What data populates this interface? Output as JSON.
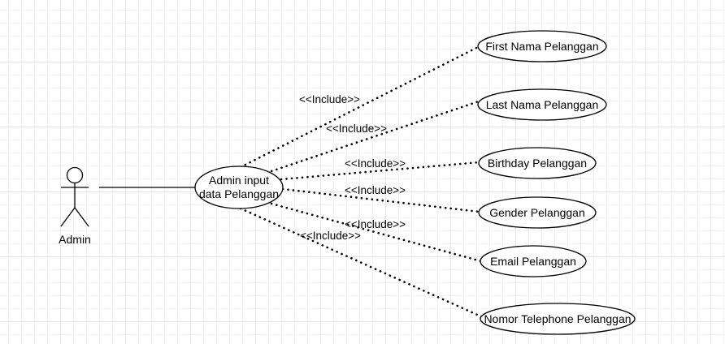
{
  "actor": {
    "name": "Admin"
  },
  "main_use_case": {
    "line1": "Admin input",
    "line2": "data Pelanggan"
  },
  "include_stereotype": "<<Include>>",
  "use_cases": [
    "First Nama Pelanggan",
    "Last Nama Pelanggan",
    "Birthday Pelanggan",
    "Gender Pelanggan",
    "Email Pelanggan",
    "Nomor Telephone Pelanggan"
  ]
}
